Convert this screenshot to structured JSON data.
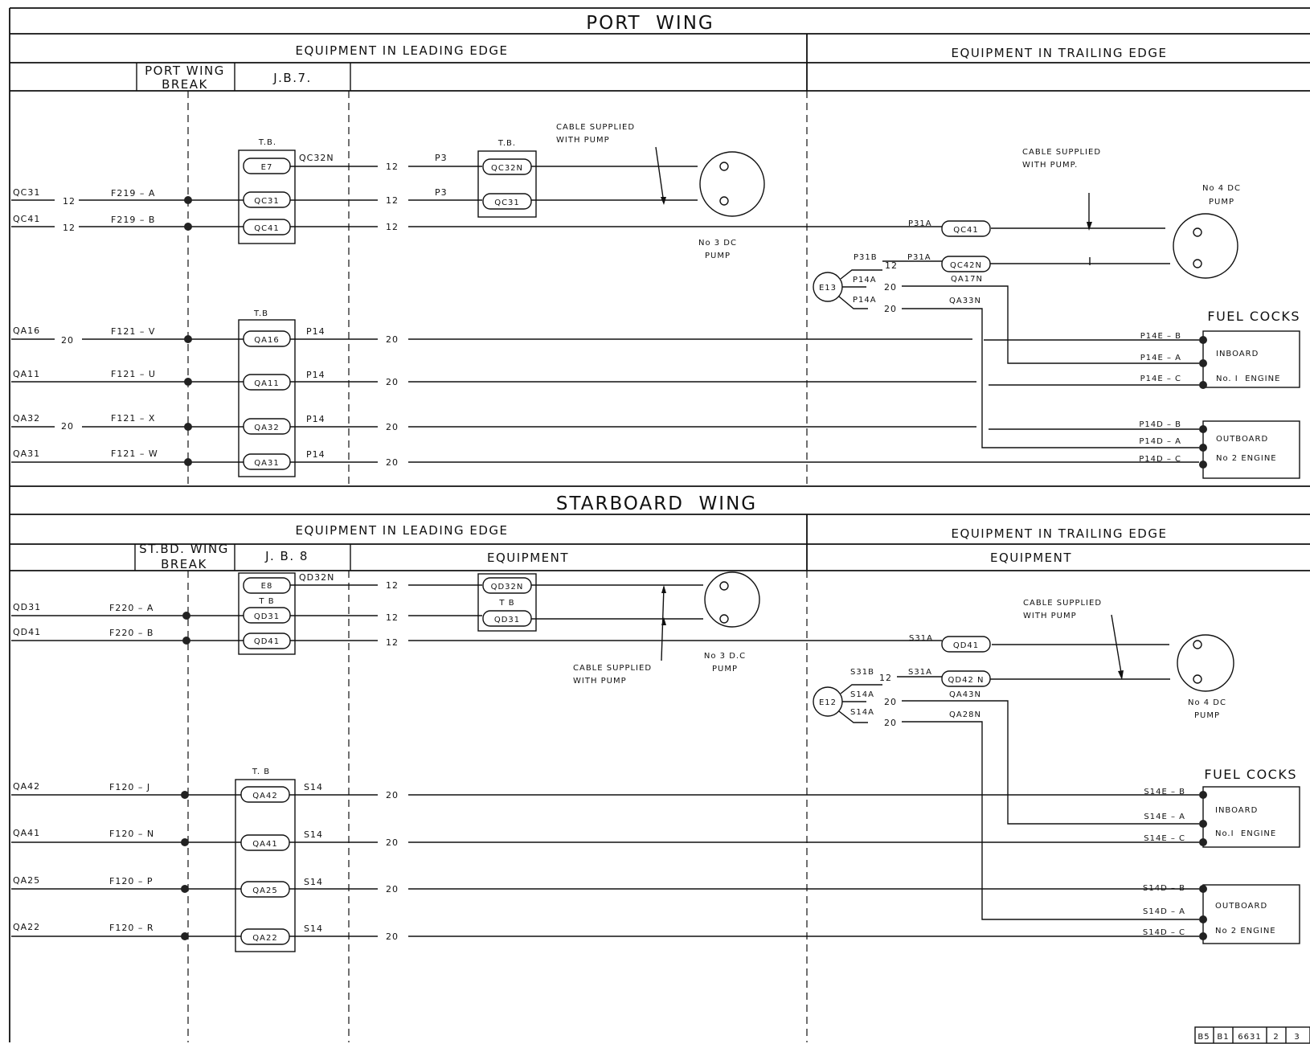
{
  "port": {
    "title": "PORT  WING",
    "leading_edge": "EQUIPMENT IN LEADING EDGE",
    "trailing_edge": "EQUIPMENT IN TRAILING EDGE",
    "wing_break": [
      "PORT WING",
      "BREAK"
    ],
    "jb": "J.B.7.",
    "tb_label_1": "T.B.",
    "tb_label_2": "T.B.",
    "tb_label_3": "T.B",
    "terminals_a": [
      "E7",
      "QC31",
      "QC41"
    ],
    "terminals_b": [
      "QC32N",
      "QC31"
    ],
    "terminals_c": [
      "QA16",
      "QA11",
      "QA32",
      "QA31"
    ],
    "feed_labels": [
      "QC31",
      "QC41",
      "QA16",
      "QA11",
      "QA32",
      "QA31"
    ],
    "feed_sizes": [
      "12",
      "12",
      "20",
      "20"
    ],
    "fuse_labels": [
      "F219 – A",
      "F219 – B",
      "F121 – V",
      "F121 – U",
      "F121 – X",
      "F121 – W"
    ],
    "tb_out_labels": [
      "QC32N",
      "P14",
      "P14",
      "P14",
      "P14"
    ],
    "mid_sizes": [
      "12",
      "12",
      "12",
      "20",
      "20",
      "20",
      "20"
    ],
    "plug_labels": [
      "P3",
      "P3"
    ],
    "cable_note_1": [
      "CABLE SUPPLIED",
      "WITH PUMP"
    ],
    "cable_note_2": [
      "CABLE SUPPLIED",
      "WITH PUMP."
    ],
    "pump_3": [
      "No 3 DC",
      "PUMP"
    ],
    "pump_4": [
      "No 4 DC",
      "PUMP"
    ],
    "trail_plugs": [
      "P31A",
      "P31B",
      "P31A",
      "P14A",
      "P14A"
    ],
    "trail_sizes": [
      "12",
      "20",
      "20"
    ],
    "trail_terminals": [
      "QC41",
      "QC42N"
    ],
    "trail_wires": [
      "QA17N",
      "QA33N"
    ],
    "earth": "E13",
    "fuel_cocks": "FUEL COCKS",
    "cock_pins_inboard": [
      "P14E – B",
      "P14E – A",
      "P14E – C"
    ],
    "cock_pins_outboard": [
      "P14D – B",
      "P14D – A",
      "P14D – C"
    ],
    "inboard": [
      "INBOARD",
      "No. I  ENGINE"
    ],
    "outboard": [
      "OUTBOARD",
      "No 2 ENGINE"
    ]
  },
  "starboard": {
    "title": "STARBOARD  WING",
    "leading_edge": "EQUIPMENT IN LEADING EDGE",
    "trailing_edge": "EQUIPMENT IN TRAILING EDGE",
    "equipment_1": "EQUIPMENT",
    "equipment_2": "EQUIPMENT",
    "wing_break": [
      "ST.BD. WING",
      "BREAK"
    ],
    "jb": "J. B. 8",
    "tb_label_1": "T B",
    "tb_label_2": "T B",
    "tb_label_3": "T. B",
    "terminals_a": [
      "E8",
      "QD31",
      "QD41"
    ],
    "terminals_b": [
      "QD32N",
      "QD31"
    ],
    "terminals_c": [
      "QA42",
      "QA41",
      "QA25",
      "QA22"
    ],
    "feed_labels": [
      "QD31",
      "QD41",
      "QA42",
      "QA41",
      "QA25",
      "QA22"
    ],
    "fuse_labels": [
      "F220 – A",
      "F220 – B",
      "F120 – J",
      "F120 – N",
      "F120 – P",
      "F120 – R"
    ],
    "tb_out_labels": [
      "QD32N",
      "S14",
      "S14",
      "S14",
      "S14"
    ],
    "mid_sizes": [
      "12",
      "12",
      "12",
      "20",
      "20",
      "20",
      "20"
    ],
    "cable_note_1": [
      "CABLE SUPPLIED",
      "WITH PUMP"
    ],
    "cable_note_2": [
      "CABLE SUPPLIED",
      "WITH PUMP"
    ],
    "pump_3": [
      "No 3 D.C",
      "PUMP"
    ],
    "pump_4": [
      "No 4 DC",
      "PUMP"
    ],
    "trail_plugs": [
      "S31A",
      "S31B",
      "S31A",
      "S14A",
      "S14A"
    ],
    "trail_sizes": [
      "12",
      "20",
      "20"
    ],
    "trail_terminals": [
      "QD41",
      "QD42 N"
    ],
    "trail_wires": [
      "QA43N",
      "QA28N"
    ],
    "earth": "E12",
    "fuel_cocks": "FUEL COCKS",
    "cock_pins_inboard": [
      "S14E – B",
      "S14E – A",
      "S14E – C"
    ],
    "cock_pins_outboard": [
      "S14D – B",
      "S14D – A",
      "S14D – C"
    ],
    "inboard": [
      "INBOARD",
      "No.I  ENGINE"
    ],
    "outboard": [
      "OUTBOARD",
      "No 2 ENGINE"
    ]
  },
  "title_block": [
    "B5",
    "B1",
    "6631",
    "2",
    "3"
  ]
}
